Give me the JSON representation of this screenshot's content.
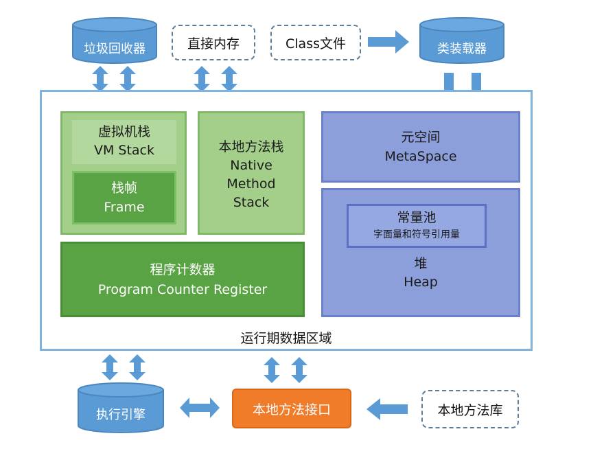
{
  "top": {
    "gc": "垃圾回收器",
    "direct_memory": "直接内存",
    "class_file": "Class文件",
    "class_loader": "类装载器"
  },
  "runtime": {
    "title": "运行期数据区域",
    "vm_stack": {
      "title_cn": "虚拟机栈",
      "title_en": "VM Stack",
      "frame_cn": "栈帧",
      "frame_en": "Frame"
    },
    "native_stack": {
      "line1": "本地方法栈",
      "line2": "Native",
      "line3": "Method",
      "line4": "Stack"
    },
    "pc": {
      "cn": "程序计数器",
      "en": "Program Counter Register"
    },
    "metaspace": {
      "cn": "元空间",
      "en": "MetaSpace"
    },
    "heap": {
      "cn": "堆",
      "en": "Heap",
      "pool_cn": "常量池",
      "pool_sub": "字面量和符号引用量"
    }
  },
  "bottom": {
    "exec_engine": "执行引擎",
    "native_interface": "本地方法接口",
    "native_lib": "本地方法库"
  },
  "colors": {
    "cylinder": "#5b9bd5",
    "arrow": "#5b9bd5",
    "green_light": "#a3cf8b",
    "green_dark": "#5aa344",
    "blue": "#8c9fdb",
    "orange": "#f07c2a"
  }
}
